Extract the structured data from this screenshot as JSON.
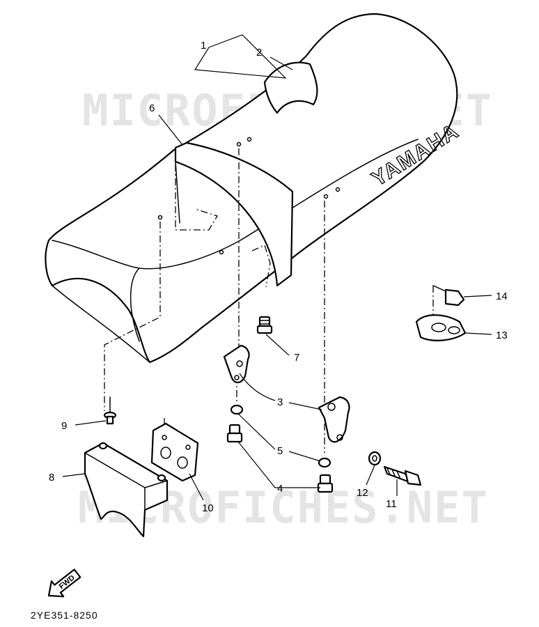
{
  "diagram": {
    "brand_text": "YAMAHA",
    "watermark": "MICROFICHES.NET",
    "diagram_code": "2YE351-8250",
    "fwd_label": "FWD",
    "part_labels": [
      "1",
      "2",
      "3",
      "4",
      "5",
      "6",
      "7",
      "8",
      "9",
      "10",
      "11",
      "12",
      "13",
      "14"
    ]
  }
}
